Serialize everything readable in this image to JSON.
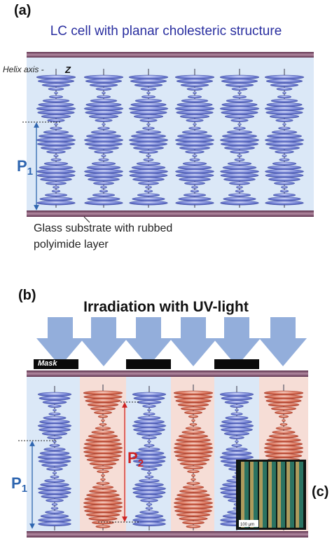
{
  "panel_a": {
    "label": "(a)",
    "title": "LC cell with planar cholesteric structure",
    "helix_axis_label": "Helix axis -",
    "z_label": "Z",
    "pitch_label": "P",
    "pitch_subscript": "1",
    "substrate_note_line1": "Glass substrate with rubbed",
    "substrate_note_line2": "polyimide layer"
  },
  "panel_b": {
    "label": "(b)",
    "title": "Irradiation with UV-light",
    "mask_label": "Mask",
    "pitch1_label": "P",
    "pitch1_subscript": "1",
    "pitch2_label": "P",
    "pitch2_subscript": "2"
  },
  "panel_c": {
    "label": "(c)",
    "scale_label": "100 μm"
  },
  "colors": {
    "blue_helix": "#5a6cc8",
    "red_helix": "#c9543f",
    "cell_bg": "#dbe8f7",
    "irradiated_bg": "#f6ddd6",
    "substrate": "#7a4a66",
    "arrow": "#93aedb",
    "title_blue": "#2a2fa0",
    "pitch_blue": "#2f66b0",
    "pitch_red": "#cc2222"
  }
}
